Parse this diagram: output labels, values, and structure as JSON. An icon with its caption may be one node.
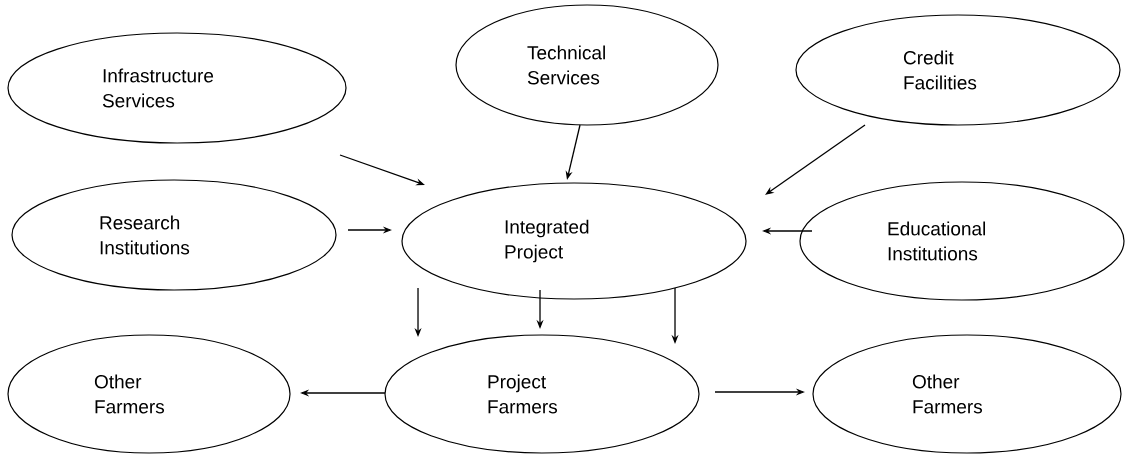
{
  "diagram": {
    "nodes": [
      {
        "text": [
          "Infrastructure Services"
        ]
      },
      {
        "text": [
          "Technical Services"
        ]
      },
      {
        "text": [
          "Credit Facilities"
        ]
      },
      {
        "text": [
          "Research Institutions"
        ]
      },
      {
        "text": [
          "Integrated Project"
        ]
      },
      {
        "text": [
          "Educational Institutions"
        ]
      },
      {
        "text": [
          "Other Farmers"
        ]
      },
      {
        "text": [
          "Project Farmers"
        ]
      },
      {
        "text": [
          "Other Farmers"
        ]
      }
    ],
    "edges": [
      {
        "from": 0,
        "to": 4,
        "arrow": "to"
      },
      {
        "from": 1,
        "to": 4,
        "arrow": "to"
      },
      {
        "from": 2,
        "to": 4,
        "arrow": "to"
      },
      {
        "from": 3,
        "to": 4,
        "arrow": "to"
      },
      {
        "from": 5,
        "to": 4,
        "arrow": "to"
      },
      {
        "from": 4,
        "to": 7,
        "arrow": "to"
      },
      {
        "from": 4,
        "to": 7,
        "arrow": "to"
      },
      {
        "from": 4,
        "to": 7,
        "arrow": "to"
      },
      {
        "from": 7,
        "to": 6,
        "arrow": "to"
      },
      {
        "from": 7,
        "to": 8,
        "arrow": "to"
      }
    ]
  }
}
